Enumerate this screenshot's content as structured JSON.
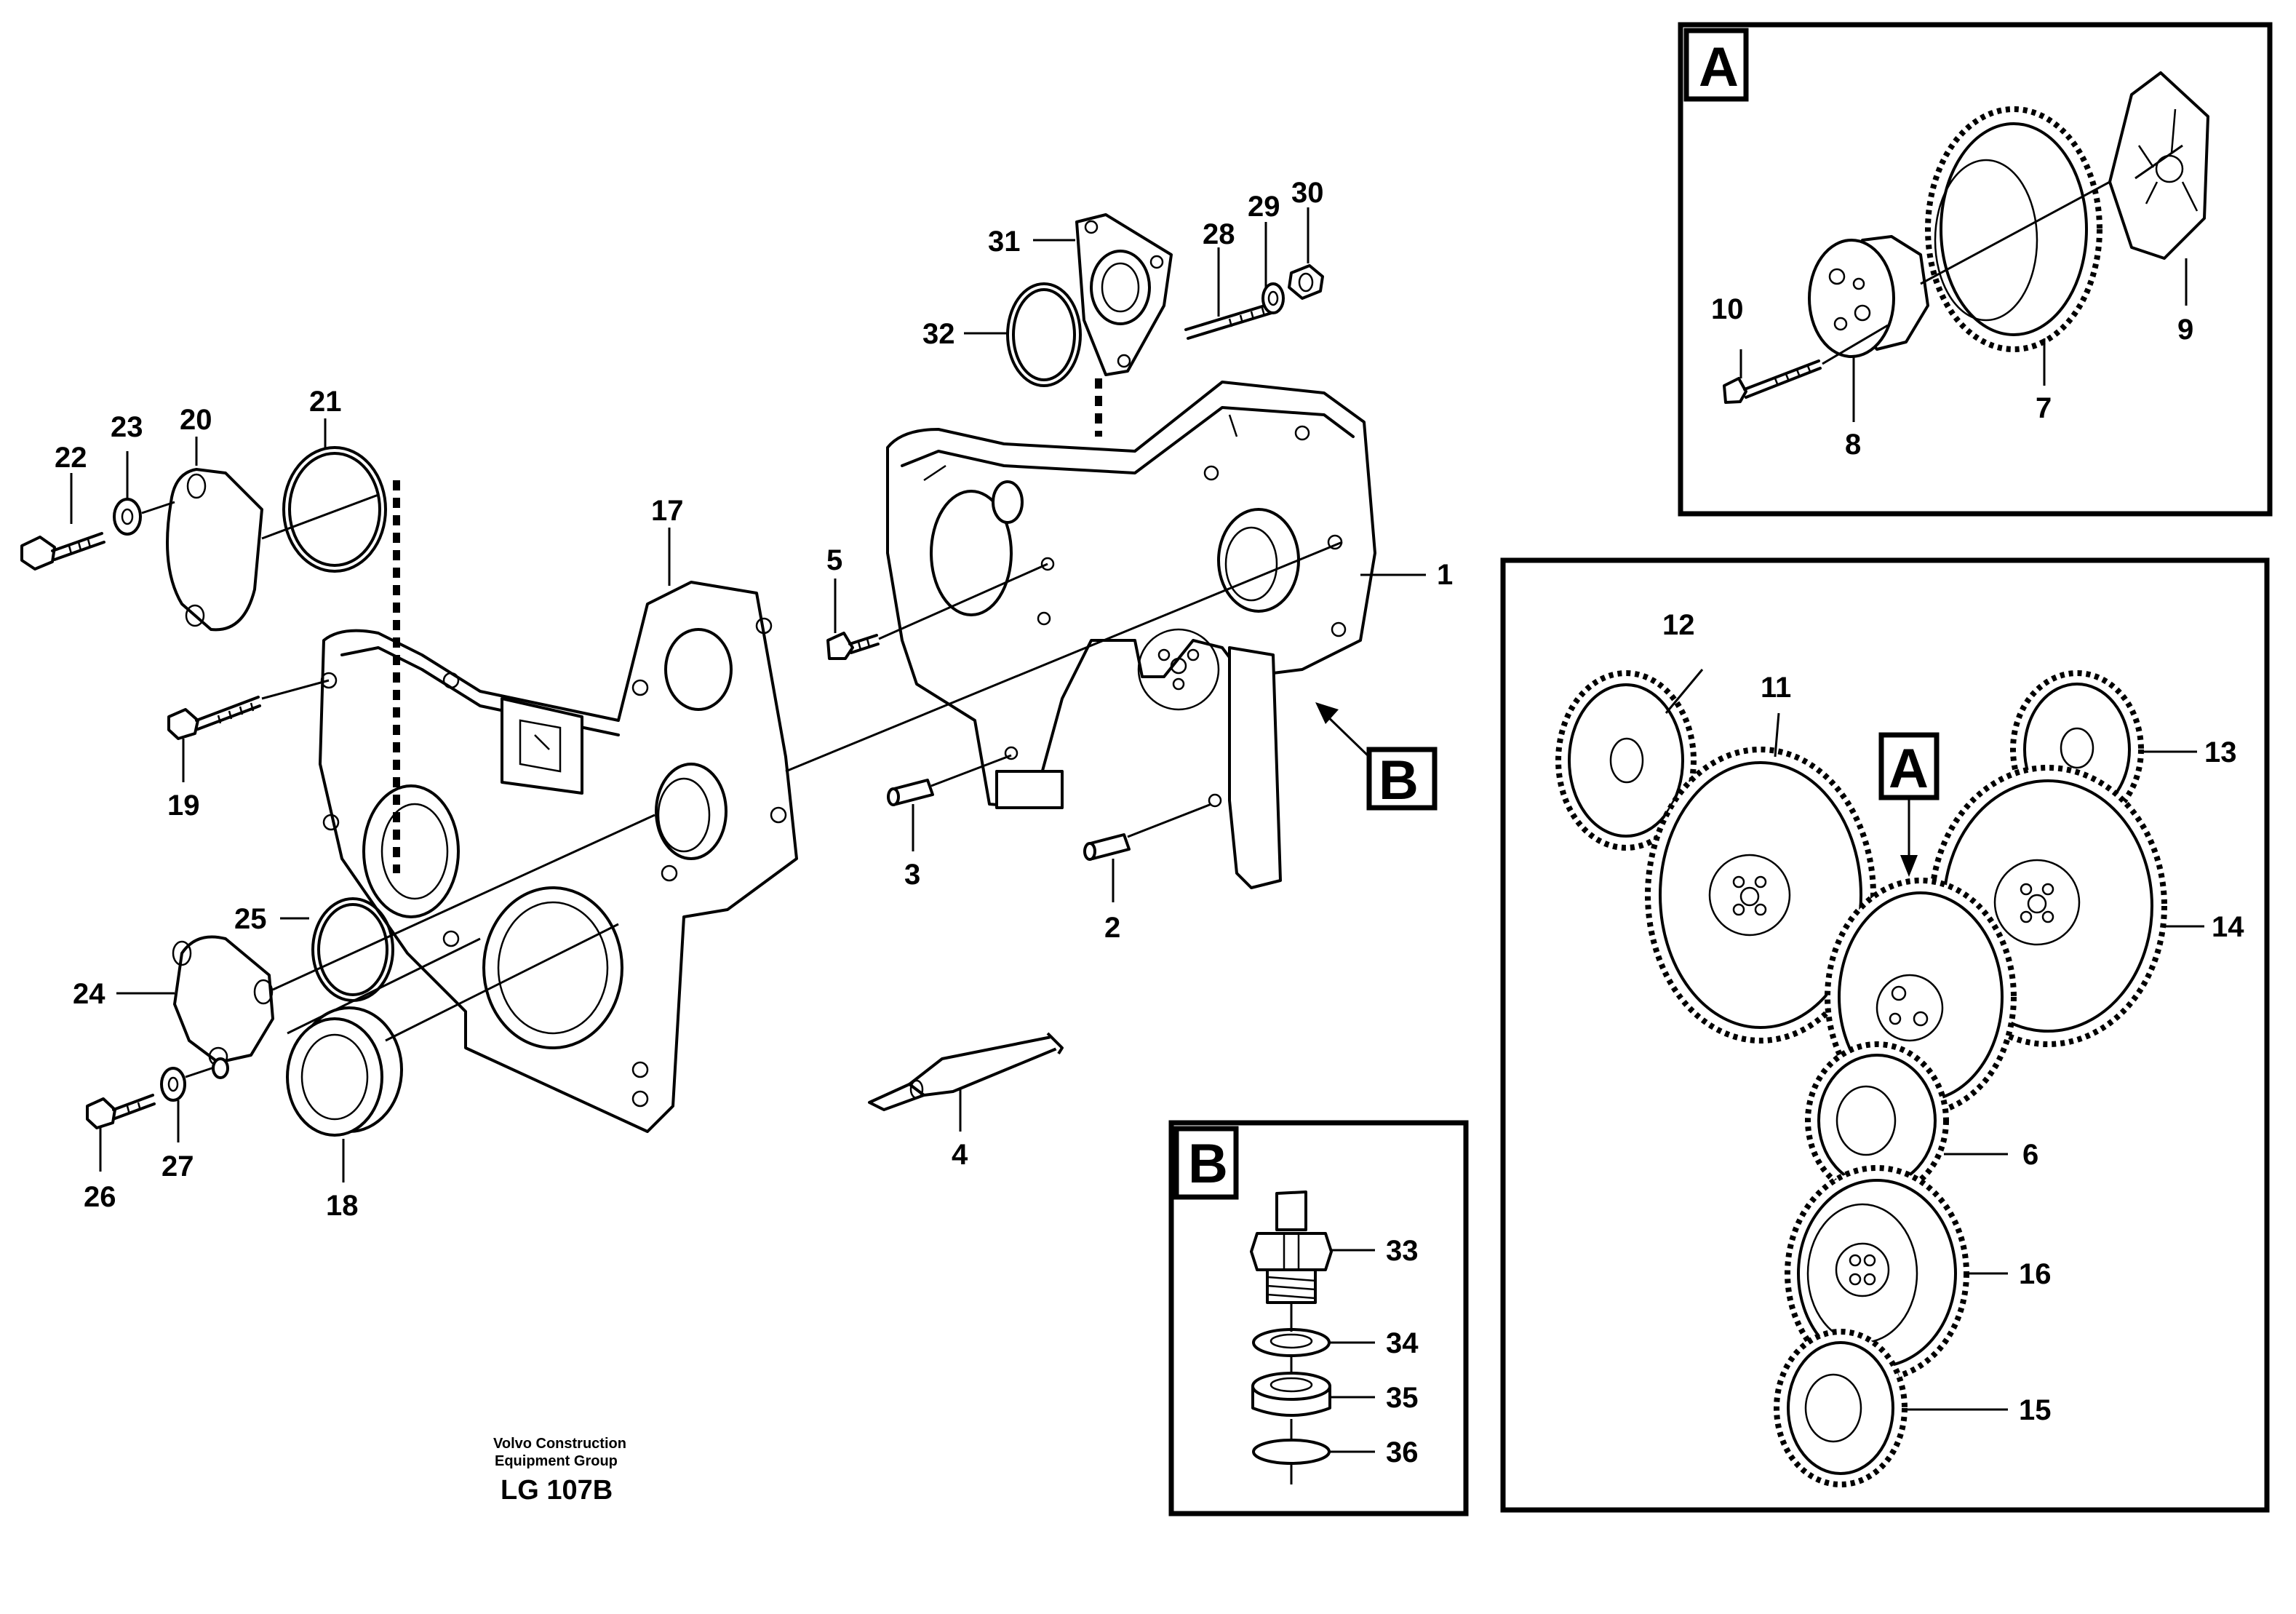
{
  "callouts": {
    "c1": "1",
    "c2": "2",
    "c3": "3",
    "c4": "4",
    "c5": "5",
    "c6": "6",
    "c7": "7",
    "c8": "8",
    "c9": "9",
    "c10": "10",
    "c11": "11",
    "c12": "12",
    "c13": "13",
    "c14": "14",
    "c15": "15",
    "c16": "16",
    "c17": "17",
    "c18": "18",
    "c19": "19",
    "c20": "20",
    "c21": "21",
    "c22": "22",
    "c23": "23",
    "c24": "24",
    "c25": "25",
    "c26": "26",
    "c27": "27",
    "c28": "28",
    "c29": "29",
    "c30": "30",
    "c31": "31",
    "c32": "32",
    "c33": "33",
    "c34": "34",
    "c35": "35",
    "c36": "36"
  },
  "detail_refs": {
    "a_panel": "A",
    "b_panel": "B",
    "a_pointer": "A",
    "b_pointer": "B"
  },
  "credit": {
    "line1": "Volvo Construction",
    "line2": "Equipment Group"
  },
  "drawing_code": "LG 107B"
}
